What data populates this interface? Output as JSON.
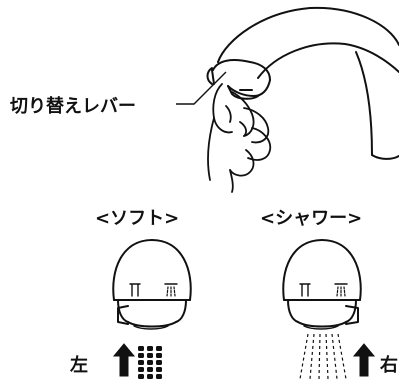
{
  "labels": {
    "lever": "切り替えレバー",
    "soft": "<ソフト>",
    "shower": "<シャワー>",
    "left": "左",
    "right": "右"
  },
  "colors": {
    "ink": "#111111",
    "background": "#ffffff"
  },
  "icons": {
    "faucet": "faucet-illustration",
    "hand": "hand-illustration",
    "arrow_left": "up-arrow-icon",
    "arrow_right": "up-arrow-icon"
  }
}
